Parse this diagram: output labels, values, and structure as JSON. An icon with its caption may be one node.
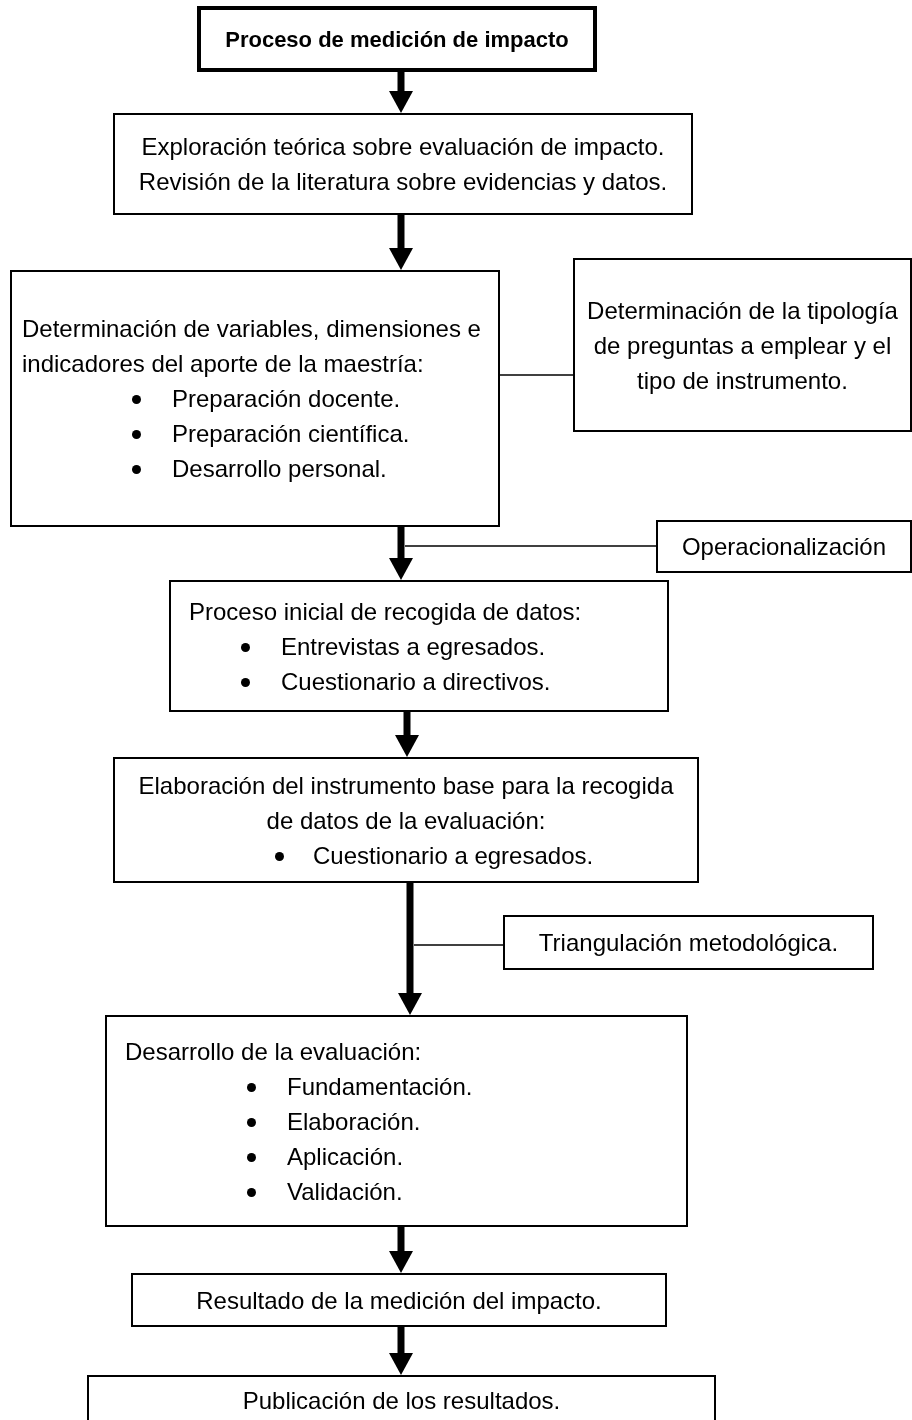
{
  "diagram": {
    "nodes": [
      {
        "text": [
          "Proceso de medición de impacto"
        ]
      },
      {
        "text": [
          "Exploración teórica sobre evaluación de impacto. Revisión de la literatura sobre evidencias y datos."
        ]
      },
      {
        "text": [
          "Determinación de variables, dimensiones e indicadores del aporte de la maestría:",
          "Preparación docente.",
          "Preparación científica.",
          "Desarrollo personal."
        ]
      },
      {
        "text": [
          "Determinación de la tipología de preguntas a emplear y el tipo de instrumento."
        ]
      },
      {
        "text": [
          "Operacionalización"
        ]
      },
      {
        "text": [
          "Proceso inicial de recogida de datos:",
          "Entrevistas a egresados.",
          "Cuestionario a directivos."
        ]
      },
      {
        "text": [
          "Elaboración del instrumento base para la recogida de datos de la evaluación:",
          "Cuestionario a egresados."
        ]
      },
      {
        "text": [
          "Triangulación metodológica."
        ]
      },
      {
        "text": [
          "Desarrollo de la evaluación:",
          "Fundamentación.",
          "Elaboración.",
          "Aplicación.",
          "Validación."
        ]
      },
      {
        "text": [
          "Resultado de la medición del impacto."
        ]
      },
      {
        "text": [
          "Publicación de los resultados."
        ]
      }
    ],
    "edges": [
      {
        "from": 0,
        "to": 1,
        "arrow": "to"
      },
      {
        "from": 1,
        "to": 2,
        "arrow": "to"
      },
      {
        "from": 2,
        "to": 3,
        "arrow": "none"
      },
      {
        "from": 2,
        "to": 5,
        "arrow": "to"
      },
      {
        "from": 4,
        "to": null,
        "arrow": "none"
      },
      {
        "from": 5,
        "to": 6,
        "arrow": "to"
      },
      {
        "from": 6,
        "to": 8,
        "arrow": "to"
      },
      {
        "from": 7,
        "to": null,
        "arrow": "none"
      },
      {
        "from": 8,
        "to": 9,
        "arrow": "to"
      },
      {
        "from": 9,
        "to": 10,
        "arrow": "to"
      }
    ]
  }
}
